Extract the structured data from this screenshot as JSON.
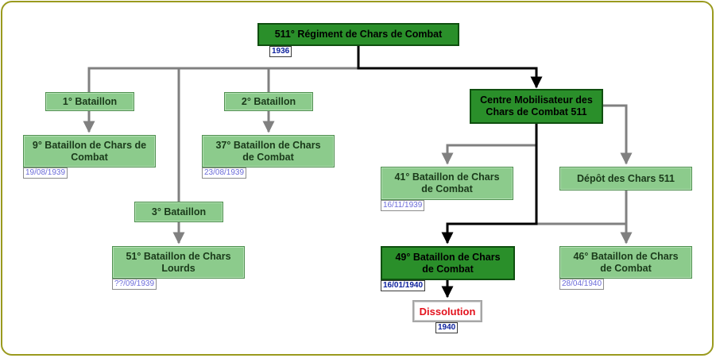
{
  "nodes": {
    "regiment": {
      "label": "511° Régiment de Chars de Combat",
      "date": "1936"
    },
    "bat1": {
      "label": "1° Bataillon"
    },
    "bat2": {
      "label": "2° Bataillon"
    },
    "bat3": {
      "label": "3° Bataillon"
    },
    "bcc9": {
      "label": "9° Bataillon de Chars de Combat",
      "date": "19/08/1939"
    },
    "bcc37": {
      "label": "37° Bataillon de Chars de Combat",
      "date": "23/08/1939"
    },
    "bcl51": {
      "label": "51° Bataillon de Chars Lourds",
      "date": "??/09/1939"
    },
    "cm511": {
      "label": "Centre Mobilisateur des Chars de Combat 511"
    },
    "bcc41": {
      "label": "41° Bataillon de Chars de Combat",
      "date": "16/11/1939"
    },
    "depot511": {
      "label": "Dépôt des Chars 511"
    },
    "bcc49": {
      "label": "49° Bataillon de Chars de Combat",
      "date": "16/01/1940"
    },
    "bcc46": {
      "label": "46° Bataillon de Chars de Combat",
      "date": "28/04/1940"
    },
    "dissolution": {
      "label": "Dissolution",
      "date": "1940"
    }
  },
  "colors": {
    "border": "#9a9a1e",
    "node_light": "#8ccb8c",
    "node_dark": "#2a8f2a",
    "connector_gray": "#808080",
    "connector_black": "#000000",
    "dissolution_text": "#e3121d",
    "date_light": "#6a6ad8",
    "date_strong": "#0b1f9c"
  }
}
